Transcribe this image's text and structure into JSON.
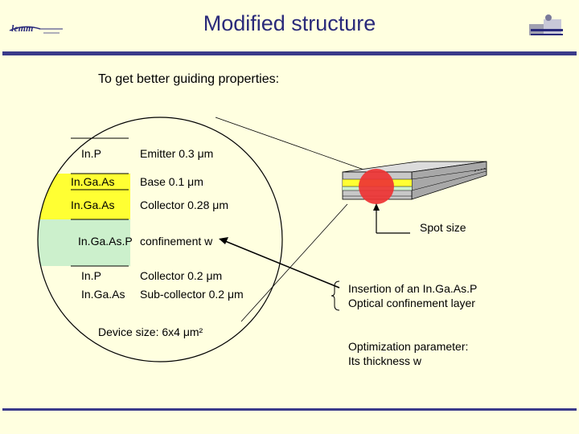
{
  "title": "Modified structure",
  "subtitle": "To get better guiding properties:",
  "layers": [
    {
      "material": "In.P",
      "label": "Emitter 0.3 μm"
    },
    {
      "material": "In.Ga.As",
      "label": "Base  0.1 μm"
    },
    {
      "material": "In.Ga.As",
      "label": "Collector  0.28 μm"
    },
    {
      "material": "In.Ga.As.P",
      "label": "confinement w"
    },
    {
      "material": "In.P",
      "label": "Collector 0.2 μm"
    },
    {
      "material": "In.Ga.As",
      "label": "Sub-collector  0.2 μm"
    }
  ],
  "device_size": "Device size: 6x4 μm²",
  "spot_size": "Spot size",
  "insertion_note": {
    "line1": "Insertion of an In.Ga.As.P",
    "line2": "Optical confinement layer"
  },
  "optimization_note": {
    "line1": "Optimization parameter:",
    "line2": "Its thickness w"
  },
  "colors": {
    "background": "#ffffe0",
    "title": "#2a2a7a",
    "rule": "#3a3a8a",
    "inp_layer": "#ffffe0",
    "ingaas_layer": "#ffff33",
    "ingaasp_layer": "#ccf0cc",
    "spot": "#ee3333"
  },
  "icons": {
    "left_logo": "lemm-logo",
    "right_logo": "building-logo"
  }
}
